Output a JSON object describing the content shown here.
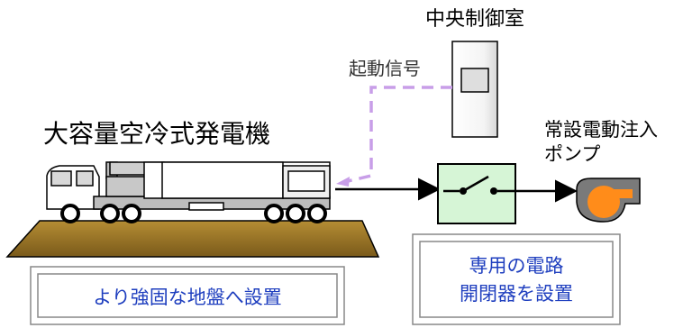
{
  "labels": {
    "control_room": "中央制御室",
    "start_signal": "起動信号",
    "generator": "大容量空冷式発電機",
    "pump_line1": "常設電動注入",
    "pump_line2": "ポンプ",
    "ground_box": "より強固な地盤へ設置",
    "switch_box_line1": "専用の電路",
    "switch_box_line2": "開閉器を設置"
  },
  "colors": {
    "signal_line": "#c89ee8",
    "callout_text": "#1f3fbf",
    "ground_fill": "#a07c2a",
    "switch_fill": "#d6f5d6",
    "pump_fill": "#ff8c1a",
    "line": "#000000"
  },
  "icons": {
    "truck": "truck-icon",
    "switch": "breaker-switch-icon",
    "pump": "pump-icon",
    "control_panel": "control-panel-icon"
  }
}
